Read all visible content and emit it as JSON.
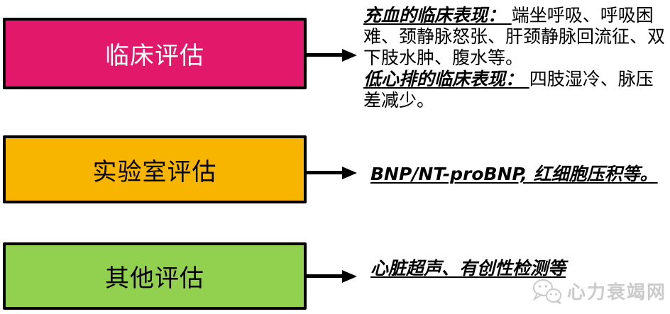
{
  "colors": {
    "background": "#FFFFFF",
    "box_border": "#000000",
    "arrow": "#000000",
    "watermark": "#CBCBCB"
  },
  "rows": [
    {
      "box": {
        "label": "临床评估",
        "fill": "#E2186B",
        "text_color": "#FFFFFF"
      },
      "desc": {
        "p1_heading": "充血的临床表现： ",
        "p1_body": "端坐呼吸、呼吸困难、颈静脉怒张、肝颈静脉回流征、双下肢水肿、腹水等。",
        "p2_heading": "低心排的临床表现： ",
        "p2_body": "四肢湿冷、脉压差减少。"
      }
    },
    {
      "box": {
        "label": "实验室评估",
        "fill": "#F7B500",
        "text_color": "#000000"
      },
      "desc": {
        "p1_heading": "BNP/NT-proBNP, 红细胞压积等。"
      }
    },
    {
      "box": {
        "label": "其他评估",
        "fill": "#92D050",
        "text_color": "#000000"
      },
      "desc": {
        "p1_heading": "心脏超声、有创性检测等"
      }
    }
  ],
  "watermark": {
    "icon": "wechat-icon",
    "label": "心力衰竭网"
  }
}
